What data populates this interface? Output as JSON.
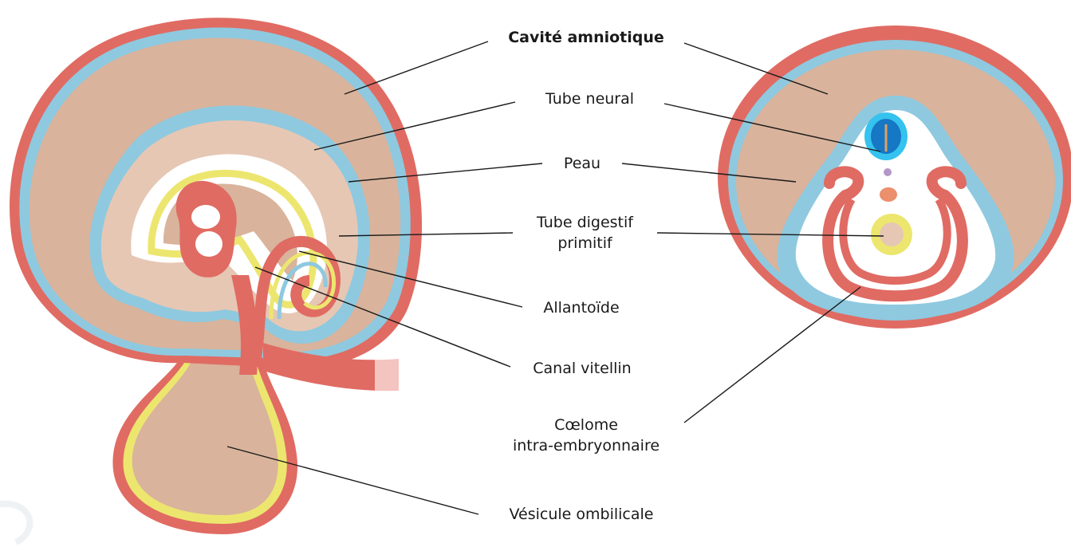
{
  "labels": {
    "amniotic_cavity": "Cavité amniotique",
    "neural_tube": "Tube neural",
    "skin": "Peau",
    "primitive_gut_line1": "Tube digestif",
    "primitive_gut_line2": "primitif",
    "allantois": "Allantoïde",
    "vitelline_duct": "Canal vitellin",
    "coelom_line1": "Cœlome",
    "coelom_line2": "intra-embryonnaire",
    "umbilical_vesicle": "Vésicule ombilicale"
  },
  "colors": {
    "tissue": "#d9b39c",
    "tissue_light": "#e6c7b4",
    "skin_blue": "#8ec9df",
    "outer_red": "#e06b63",
    "yellow": "#ece66f",
    "neural_blue": "#1677c4",
    "neural_cyan": "#35c2ee",
    "dot_purple": "#b497c9",
    "dot_orange": "#eb8f6c",
    "line": "#1a1a1a"
  }
}
